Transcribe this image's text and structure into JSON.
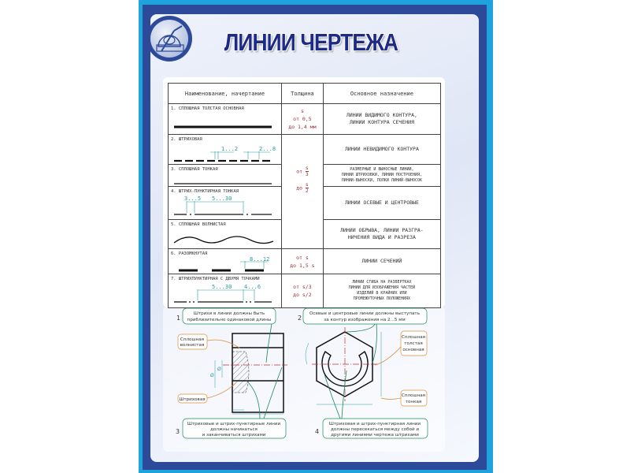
{
  "title": "ЛИНИИ ЧЕРТЕЖА",
  "colors": {
    "frame": "#2d4a9a",
    "border": "#1fa3dd",
    "title": "#1d2a86",
    "dimension": "#2b9aa0",
    "thickness": "#a0303a",
    "leader_green": "#1a8a5a",
    "leader_orange": "#d9903a"
  },
  "logo": {
    "icon": "drawing-compass-protractor-icon"
  },
  "table": {
    "headers": [
      "Наименование, начертание",
      "Толщина",
      "Основное назначение"
    ],
    "rows": [
      {
        "name": "1. СПЛОШНАЯ ТОЛСТАЯ ОСНОВНАЯ",
        "thickness": [
          "s",
          "от 0,5",
          "до 1,4 мм"
        ],
        "purpose": [
          "ЛИНИИ ВИДИМОГО КОНТУРА,",
          "ЛИНИИ КОНТУРА СЕЧЕНИЯ"
        ]
      },
      {
        "name": "2. ШТРИХОВАЯ",
        "dims": [
          "1...2",
          "2...8"
        ],
        "purpose": [
          "ЛИНИИ НЕВИДИМОГО КОНТУРА"
        ]
      },
      {
        "name": "3. СПЛОШНАЯ ТОНКАЯ",
        "purpose": [
          "РАЗМЕРНЫЕ И ВЫНОСНЫЕ ЛИНИИ,",
          "ЛИНИИ ШТРИХОВКИ, ЛИНИИ ПОСТРОЕНИЯ,",
          "ЛИНИИ-ВЫНОСКИ, ПОЛКИ ЛИНИЙ-ВЫНОСОК"
        ]
      },
      {
        "name": "4. ШТРИХ-ПУНКТИРНАЯ ТОНКАЯ",
        "dims": [
          "3...5",
          "5...30"
        ],
        "purpose": [
          "ЛИНИИ ОСЕВЫЕ И ЦЕНТРОВЫЕ"
        ]
      },
      {
        "name": "5. СПЛОШНАЯ ВОЛНИСТАЯ",
        "purpose": [
          "ЛИНИИ ОБРЫВА, ЛИНИИ РАЗГРА-",
          "НИЧЕНИЯ ВИДА И РАЗРЕЗА"
        ]
      },
      {
        "name": "6. РАЗОМКНУТАЯ",
        "dims": [
          "8...12"
        ],
        "thickness": [
          "от s",
          "до 1,5 s"
        ],
        "purpose": [
          "ЛИНИИ СЕЧЕНИЙ"
        ]
      },
      {
        "name": "7. ШТРИХПУНКТИРНАЯ С ДВУМЯ ТОЧКАМИ",
        "dims": [
          "5...30",
          "4...6"
        ],
        "thickness": [
          "от s/3",
          "до s/2"
        ],
        "purpose": [
          "ЛИНИИ СГИБА НА РАЗВЕРТКАХ",
          "ЛИНИИ ДЛЯ ИЗОБРАЖЕНИЯ ЧАСТЕЙ",
          "ИЗДЕЛИЙ В КРАЙНИХ ИЛИ",
          "ПРОМЕЖУТОЧНЫХ ПОЛОЖЕНИЯХ"
        ]
      }
    ],
    "merged_thickness": {
      "from": "от",
      "to": "до",
      "num": "s",
      "den_from": "3",
      "den_to": "2"
    }
  },
  "notes": [
    {
      "number": "1",
      "lines": [
        "Штрихи в линии должны быть",
        "приблизительно одинаковой длины"
      ]
    },
    {
      "number": "2",
      "lines": [
        "Осевые и центровые линии должны выступать",
        "за контур изображения на 2...5 мм"
      ]
    },
    {
      "number": "3",
      "lines": [
        "Штриховые и штрих-пунктирные линии",
        "должны начинаться",
        "и заканчиваться штрихами"
      ]
    },
    {
      "number": "4",
      "lines": [
        "Штриховая и штрих-пунктирная линии",
        "должны пересекаться между собой и",
        "другими линиями чертежа штрихами"
      ]
    }
  ],
  "labels": {
    "wavy": [
      "Сплошная",
      "волнистая"
    ],
    "dashed": "Штриховая",
    "thick": [
      "Сплошная",
      "толстая",
      "основная"
    ],
    "thin": [
      "Сплошная",
      "тонкая"
    ],
    "dia": "Ø"
  }
}
